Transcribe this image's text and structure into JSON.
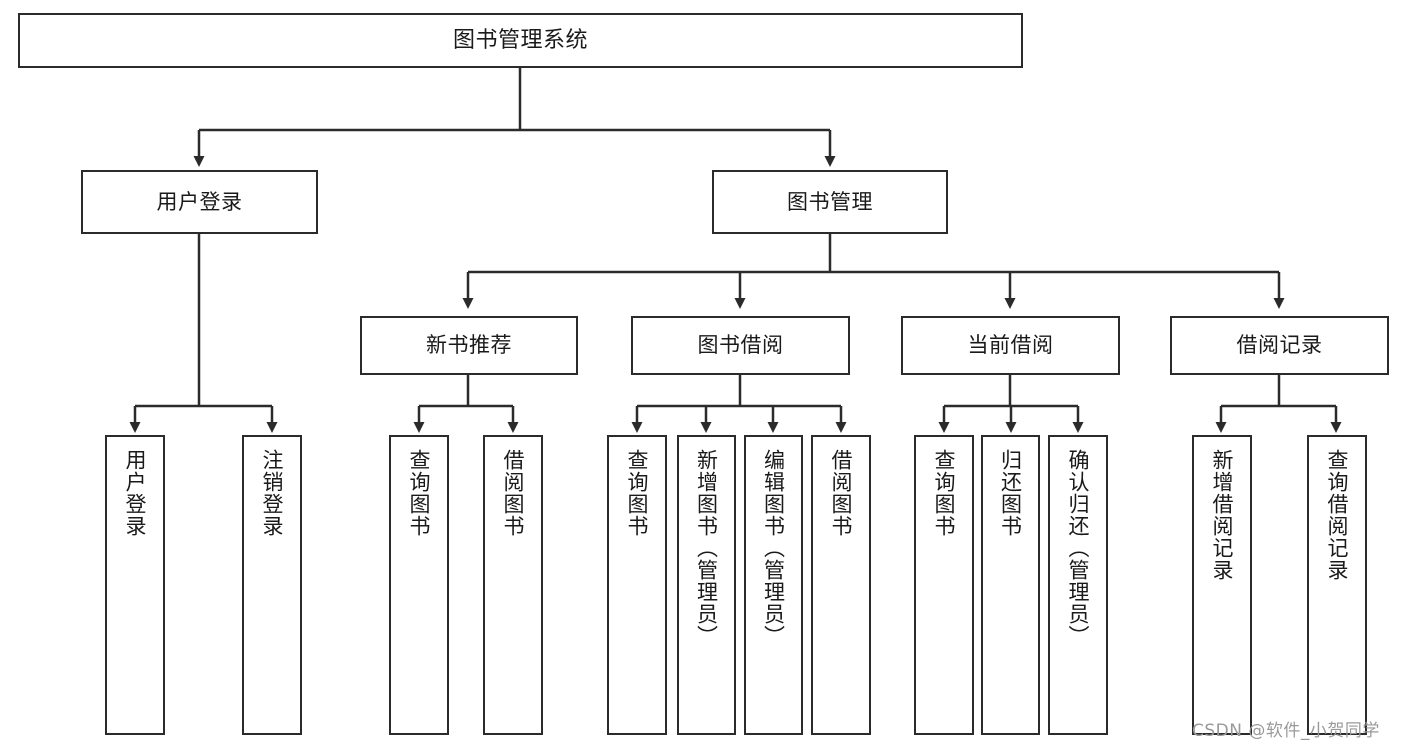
{
  "diagram": {
    "title": "图书管理系统",
    "type": "tree-hierarchy-diagram",
    "theme": {
      "background": "#ffffff",
      "box_border": "#2b2b2b",
      "box_fill": "#ffffff",
      "text": "#1a1a1a",
      "edge": "#2b2b2b",
      "watermark": "#9a9a9a"
    },
    "root": {
      "label": "图书管理系统"
    },
    "level2": [
      {
        "label": "用户登录"
      },
      {
        "label": "图书管理"
      }
    ],
    "level3": [
      {
        "label": "新书推荐"
      },
      {
        "label": "图书借阅"
      },
      {
        "label": "当前借阅"
      },
      {
        "label": "借阅记录"
      }
    ],
    "leaves": {
      "user_login": [
        {
          "label": "用户登录"
        },
        {
          "label": "注销登录"
        }
      ],
      "new_book_recommend": [
        {
          "label": "查询图书"
        },
        {
          "label": "借阅图书"
        }
      ],
      "book_borrow": [
        {
          "label": "查询图书"
        },
        {
          "label": "新增图书（管理员）"
        },
        {
          "label": "编辑图书（管理员）"
        },
        {
          "label": "借阅图书"
        }
      ],
      "current_borrow": [
        {
          "label": "查询图书"
        },
        {
          "label": "归还图书"
        },
        {
          "label": "确认归还（管理员）"
        }
      ],
      "borrow_record": [
        {
          "label": "新增借阅记录"
        },
        {
          "label": "查询借阅记录"
        }
      ]
    },
    "watermark": "CSDN @软件_小贺同学"
  }
}
